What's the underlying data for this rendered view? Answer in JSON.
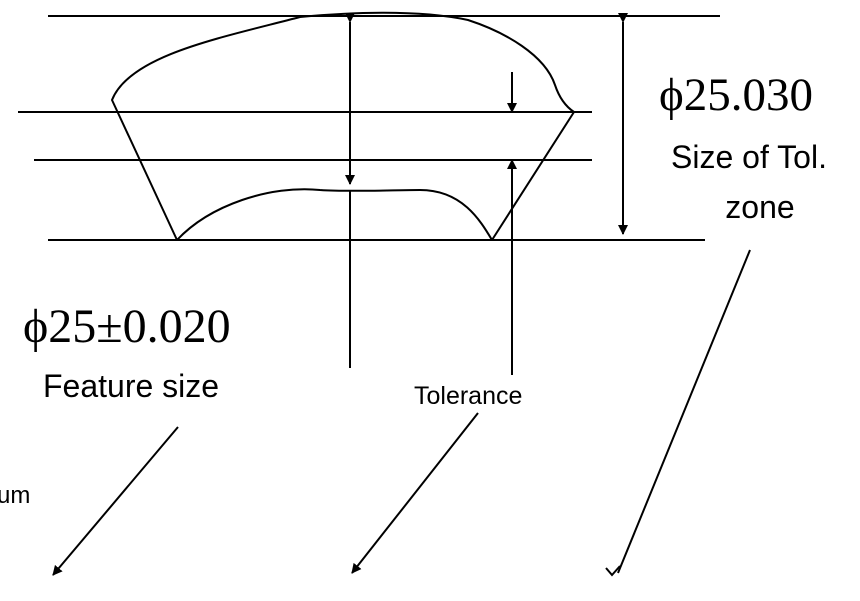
{
  "labels": {
    "upper_dimension": "ϕ25.030",
    "zone_label_line1": "Size of Tol.",
    "zone_label_line2": "zone",
    "feature_dimension": "ϕ25±0.020",
    "feature_label": "Feature size",
    "tolerance_label": "Tolerance",
    "cropped_label": "um"
  },
  "colors": {
    "stroke": "#000000",
    "text": "#000000",
    "background": "#ffffff"
  }
}
